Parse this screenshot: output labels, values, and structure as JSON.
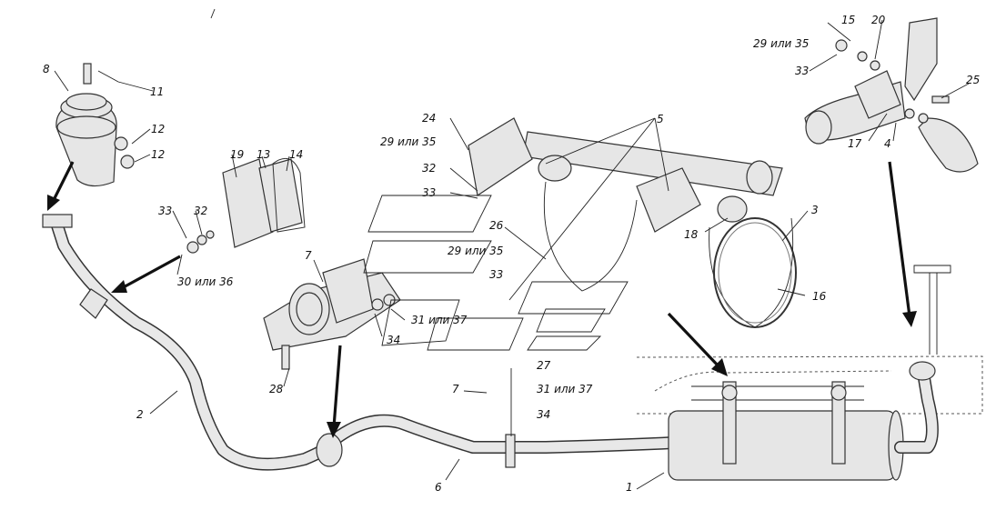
{
  "labels": {
    "l1": "1",
    "l2": "2",
    "l3": "3",
    "l4": "4",
    "l5": "5",
    "l6": "6",
    "l7a": "7",
    "l7b": "7",
    "l8": "8",
    "l11": "11",
    "l12a": "12",
    "l12b": "12",
    "l13": "13",
    "l14": "14",
    "l15": "15",
    "l16": "16",
    "l17": "17",
    "l18": "18",
    "l19": "19",
    "l20": "20",
    "l24": "24",
    "l25": "25",
    "l26": "26",
    "l27": "27",
    "l28": "28",
    "l29a": "29 или 35",
    "l29b": "29 или 35",
    "l29c": "29 или 35",
    "l30": "30 или 36",
    "l31a": "31 или 37",
    "l31b": "31 или 37",
    "l32a": "32",
    "l32b": "32",
    "l33a": "33",
    "l33b": "33",
    "l33c": "33",
    "l33d": "33",
    "l34a": "34",
    "l34b": "34"
  }
}
